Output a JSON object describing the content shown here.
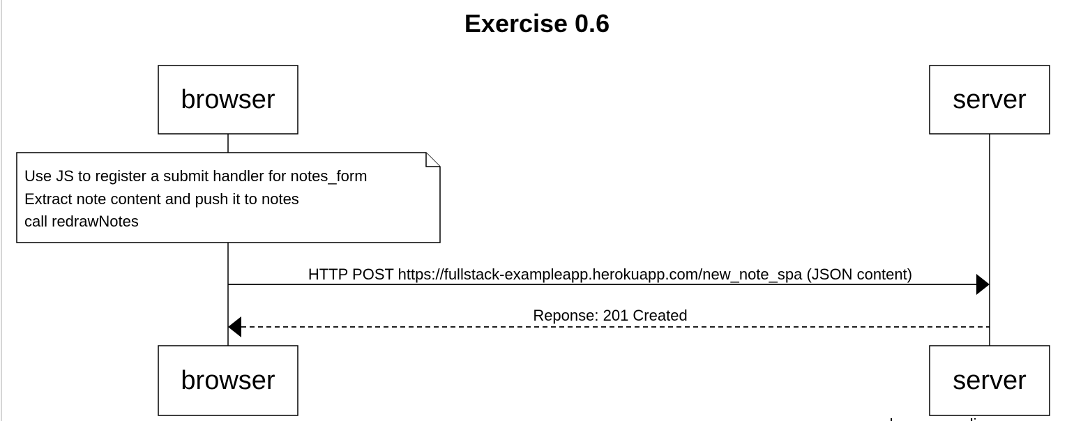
{
  "title": "Exercise 0.6",
  "participants": {
    "browser": "browser",
    "server": "server"
  },
  "note": {
    "lines": [
      "Use JS to register a submit handler for notes_form",
      "Extract note content and push it to notes",
      "call redrawNotes"
    ]
  },
  "messages": [
    {
      "from": "browser",
      "to": "server",
      "label": "HTTP POST https://fullstack-exampleapp.herokuapp.com/new_note_spa (JSON content)",
      "style": "solid"
    },
    {
      "from": "server",
      "to": "browser",
      "label": "Reponse: 201 Created",
      "style": "dashed"
    }
  ],
  "footer_text": "www.websequencediagrams.com"
}
